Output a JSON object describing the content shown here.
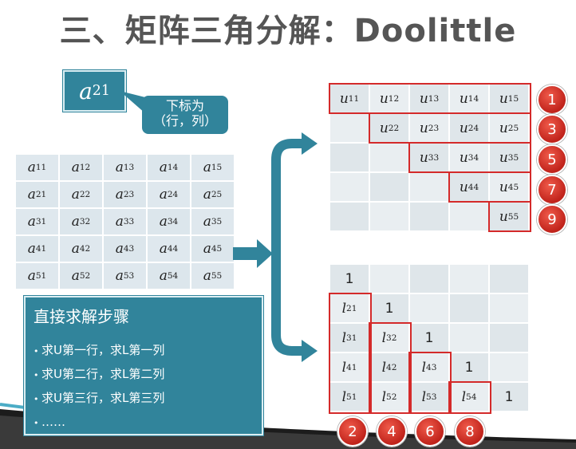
{
  "title": "三、矩阵三角分解：Doolittle",
  "a21": {
    "base": "a",
    "sub": "21"
  },
  "callout": {
    "line1": "下标为",
    "line2": "（行，列）"
  },
  "a_matrix": [
    [
      "11",
      "12",
      "13",
      "14",
      "15"
    ],
    [
      "21",
      "22",
      "23",
      "24",
      "25"
    ],
    [
      "31",
      "32",
      "33",
      "34",
      "35"
    ],
    [
      "41",
      "42",
      "43",
      "44",
      "45"
    ],
    [
      "51",
      "52",
      "53",
      "54",
      "55"
    ]
  ],
  "steps": {
    "title": "直接求解步骤",
    "items": [
      "求U第一行，求L第一列",
      "求U第二行，求L第二列",
      "求U第三行，求L第三列",
      "……"
    ]
  },
  "u_matrix": [
    [
      "11",
      "12",
      "13",
      "14",
      "15"
    ],
    [
      "",
      "22",
      "23",
      "24",
      "25"
    ],
    [
      "",
      "",
      "33",
      "34",
      "35"
    ],
    [
      "",
      "",
      "",
      "44",
      "45"
    ],
    [
      "",
      "",
      "",
      "",
      "55"
    ]
  ],
  "l_matrix": [
    [
      "1",
      "",
      "",
      "",
      ""
    ],
    [
      "21",
      "1",
      "",
      "",
      ""
    ],
    [
      "31",
      "32",
      "1",
      "",
      ""
    ],
    [
      "41",
      "42",
      "43",
      "1",
      ""
    ],
    [
      "51",
      "52",
      "53",
      "54",
      "1"
    ]
  ],
  "u_badges": [
    "1",
    "3",
    "5",
    "7",
    "9"
  ],
  "l_badges": [
    "2",
    "4",
    "6",
    "8"
  ],
  "colors": {
    "teal": "#31849b",
    "red": "#d42a2a",
    "cell": "#dfe6ea"
  }
}
